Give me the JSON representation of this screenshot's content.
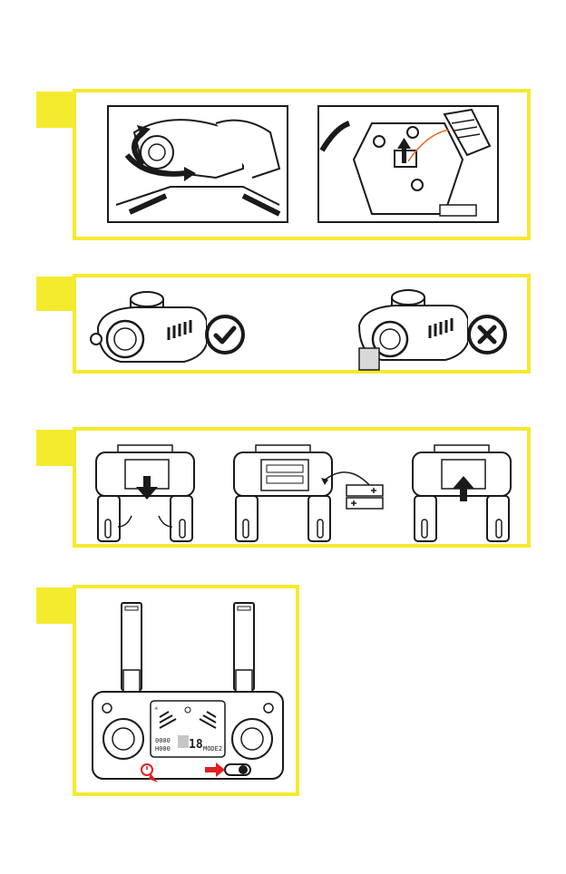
{
  "colors": {
    "accent_yellow": "#f4ea2e",
    "ink": "#1a1a1a",
    "ok_check": "#1a1a1a",
    "error_x": "#1a1a1a",
    "highlight_red": "#e02020"
  },
  "icons": {
    "rotate": "curved-rotate-arrows-icon",
    "insert": "up-arrow-icon",
    "correct": "check-circle-icon",
    "incorrect": "x-circle-icon",
    "open_cover": "down-arrow-icon",
    "close_cover": "up-arrow-icon",
    "power": "power-button-icon"
  },
  "lcd": {
    "left_digits": "0000",
    "left_sub": "H000",
    "center_digits": "18",
    "mode_label": "MODE2"
  }
}
